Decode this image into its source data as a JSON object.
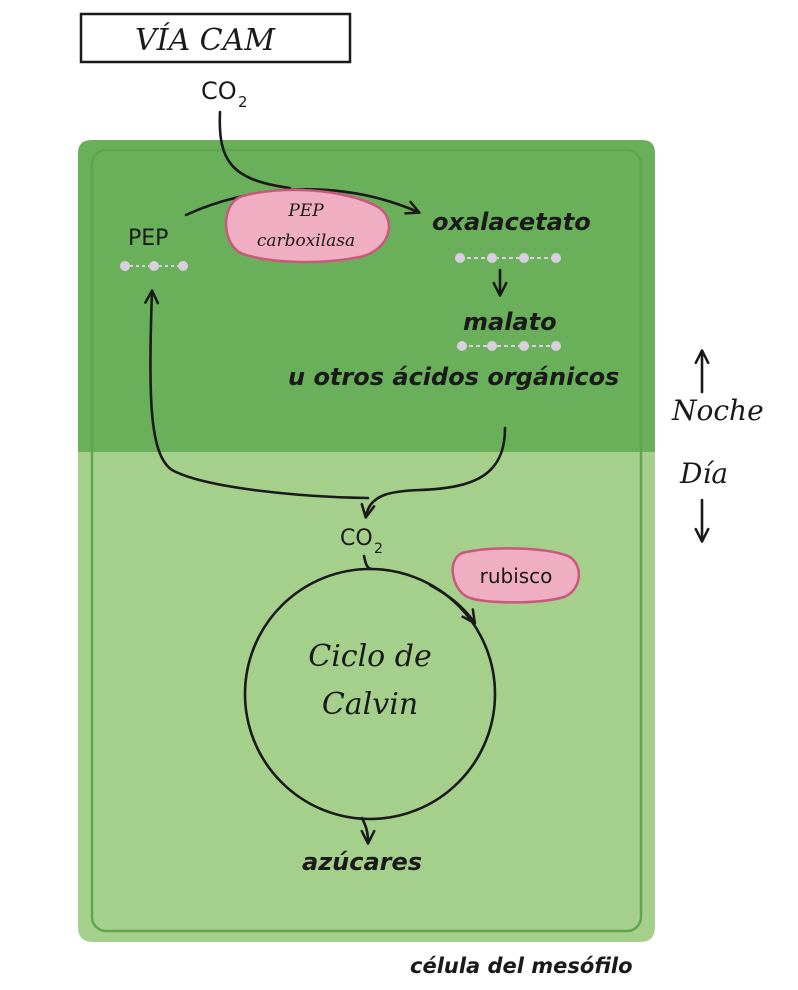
{
  "title": "VÍA CAM",
  "cell_label": "célula del mesófilo",
  "labels": {
    "co2_top": "CO",
    "co2_top_sub": "2",
    "pep": "PEP",
    "enzyme_1_line1": "PEP",
    "enzyme_1_line2": "carboxilasa",
    "oxaloacetate": "oxalacetato",
    "malate": "malato",
    "other_acids": "u otros ácidos orgánicos",
    "co2_mid": "CO",
    "co2_mid_sub": "2",
    "enzyme_2": "rubisco",
    "calvin_line1": "Ciclo de",
    "calvin_line2": "Calvin",
    "sugars": "azúcares"
  },
  "time_labels": {
    "night": "Noche",
    "day": "Día"
  },
  "colors": {
    "night_zone": "#6aaf5a",
    "day_zone": "#a5d08c",
    "cell_border": "#5ea54f",
    "enzyme_fill": "#efaec1",
    "enzyme_stroke": "#c9587f",
    "molecule_dots": "#d8cfe0",
    "ink": "#1a1a1a"
  }
}
